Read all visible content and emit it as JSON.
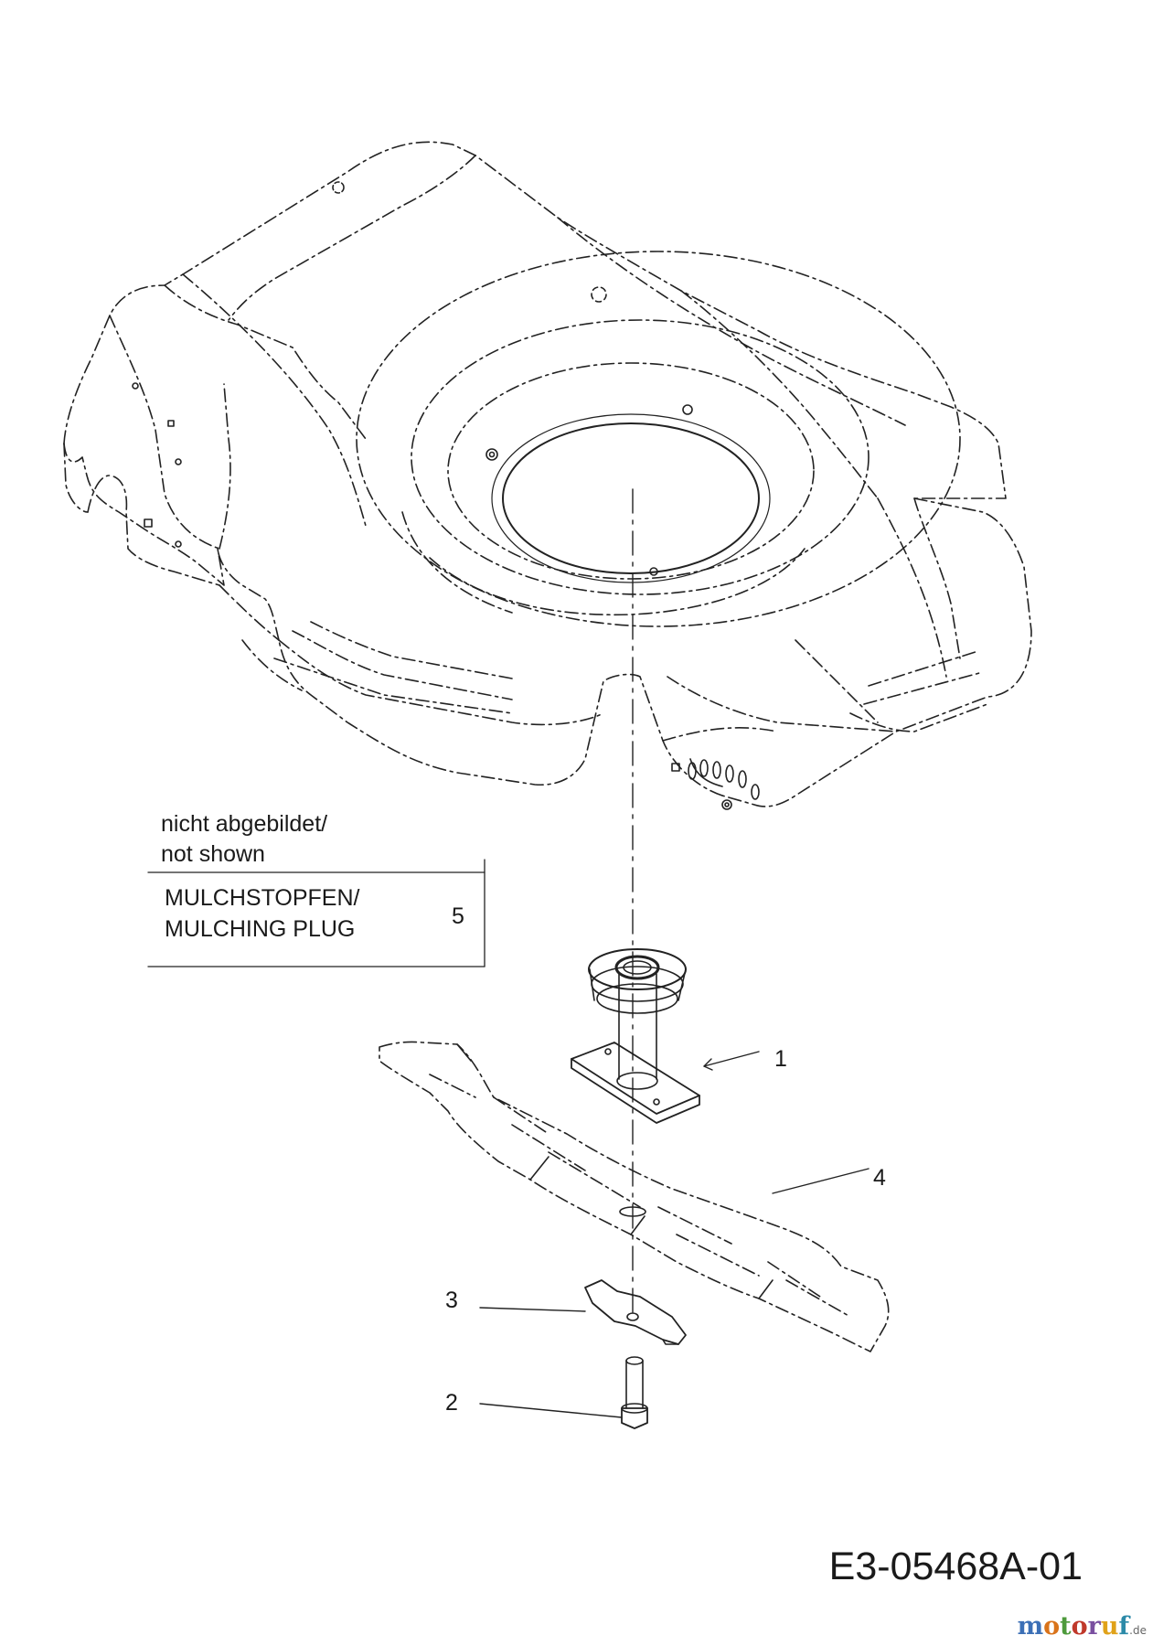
{
  "callouts": {
    "c1": "1",
    "c2": "2",
    "c3": "3",
    "c4": "4",
    "c5": "5"
  },
  "note": {
    "line1": "nicht abgebildet/",
    "line2": "not shown",
    "item_line1": "MULCHSTOPFEN/",
    "item_line2": "MULCHING PLUG"
  },
  "drawing_number": "E3-05468A-01",
  "watermark": {
    "letters": [
      "m",
      "o",
      "t",
      "o",
      "r",
      "u",
      "f"
    ],
    "colors": [
      "#3b6fb6",
      "#d9731a",
      "#4e9a3c",
      "#c0392b",
      "#7a4fa0",
      "#e0a21a",
      "#2c8aa8"
    ],
    "suffix": ".de"
  }
}
